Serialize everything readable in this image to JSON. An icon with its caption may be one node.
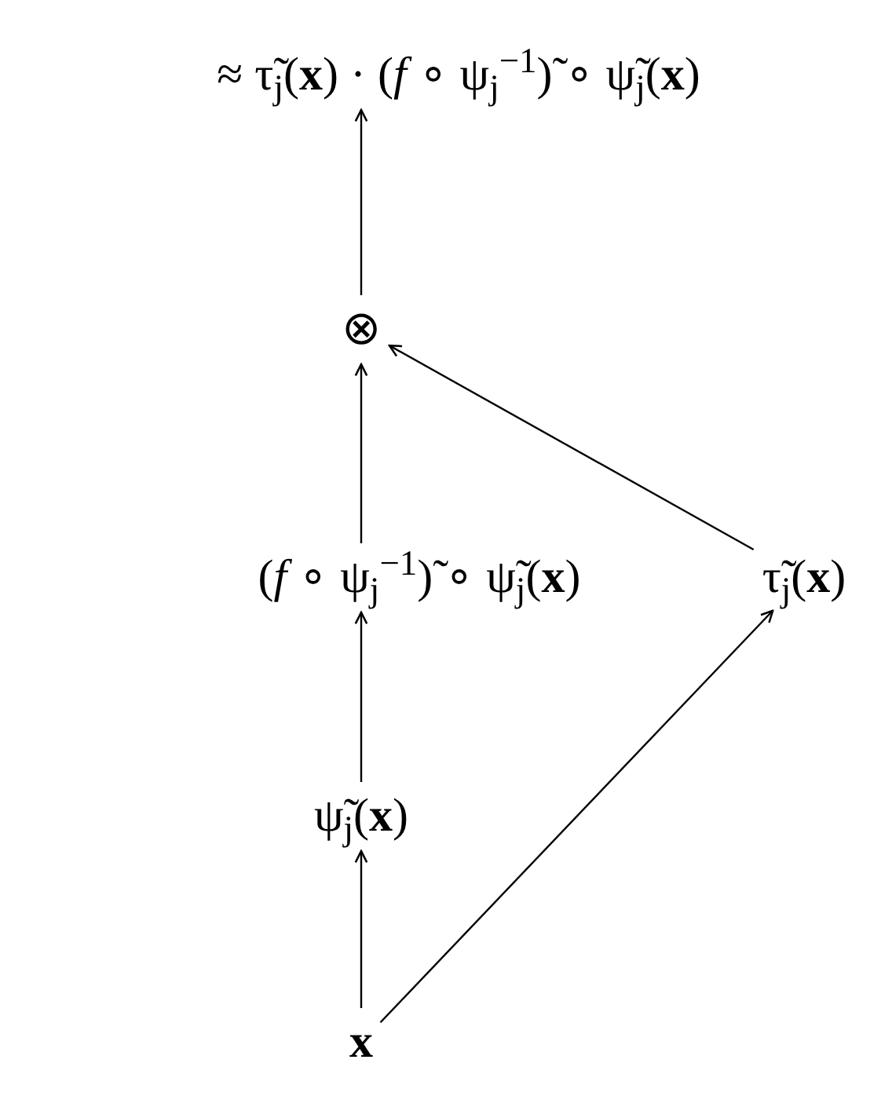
{
  "diagram": {
    "nodes": [
      {
        "text": [
          "≈ τ̃$_{j}$(**x**) · (*f* ∘ ψ$_{j}$$^{−1}$)̃ ∘ ψ̃$_{j}$(**x**)"
        ]
      },
      {
        "text": [
          "⊗"
        ]
      },
      {
        "text": [
          "(*f* ∘ ψ$_{j}$$^{−1}$)̃ ∘ ψ̃$_{j}$(**x**)"
        ]
      },
      {
        "text": [
          "τ̃$_{j}$(**x**)"
        ]
      },
      {
        "text": [
          "ψ̃$_{j}$(**x**)"
        ]
      },
      {
        "text": [
          "**x**"
        ]
      }
    ],
    "edges": [
      {
        "from": 5,
        "to": 4,
        "arrow": "to"
      },
      {
        "from": 4,
        "to": 2,
        "arrow": "to"
      },
      {
        "from": 2,
        "to": 1,
        "arrow": "to"
      },
      {
        "from": 1,
        "to": 0,
        "arrow": "to"
      },
      {
        "from": 5,
        "to": 3,
        "arrow": "to"
      },
      {
        "from": 3,
        "to": 1,
        "arrow": "to"
      }
    ]
  }
}
